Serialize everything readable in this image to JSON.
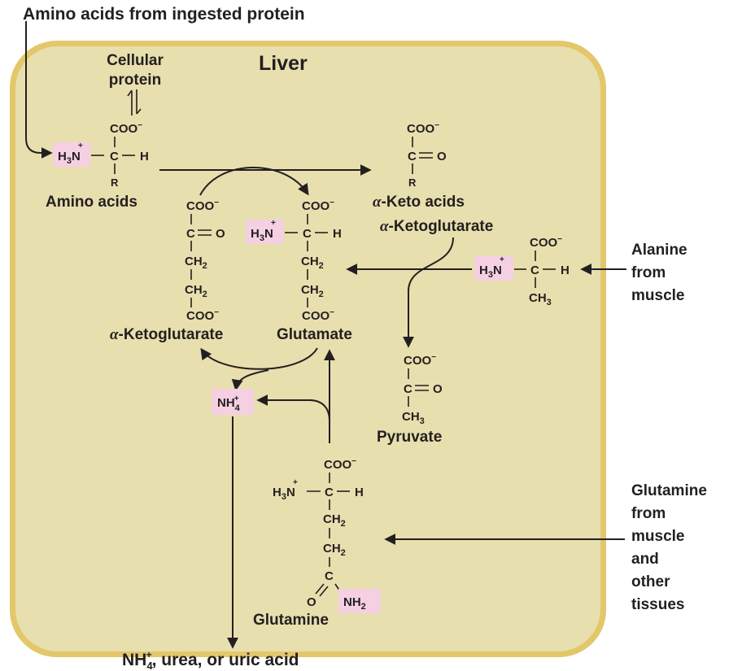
{
  "title_liver": "Liver",
  "header": "Amino acids from ingested protein",
  "cellular_protein": [
    "Cellular",
    "protein"
  ],
  "amino_acids": "Amino acids",
  "keto_acids_greek": "α",
  "keto_acids": "-Keto acids",
  "akg_top_greek": "α",
  "akg_top": "-Ketoglutarate",
  "akg_left_greek": "α",
  "akg_left": "-Ketoglutarate",
  "glutamate": "Glutamate",
  "pyruvate": "Pyruvate",
  "glutamine": "Glutamine",
  "alanine": [
    "Alanine",
    "from",
    "muscle"
  ],
  "glutamine_from": [
    "Glutamine",
    "from",
    "muscle",
    "and",
    "other",
    "tissues"
  ],
  "output": ", urea, or uric acid",
  "chem": {
    "coo": "COO",
    "minus": "−",
    "c": "C",
    "h": "H",
    "r": "R",
    "o": "O",
    "h3n": "H",
    "n": "N",
    "plus": "+",
    "ch": "CH",
    "two": "2",
    "three": "3",
    "four": "4",
    "nh": "NH",
    "eq": "═"
  },
  "colors": {
    "liver_fill": "#e8dfae",
    "liver_border": "#e3c76a",
    "highlight": "#f5d0e3"
  }
}
